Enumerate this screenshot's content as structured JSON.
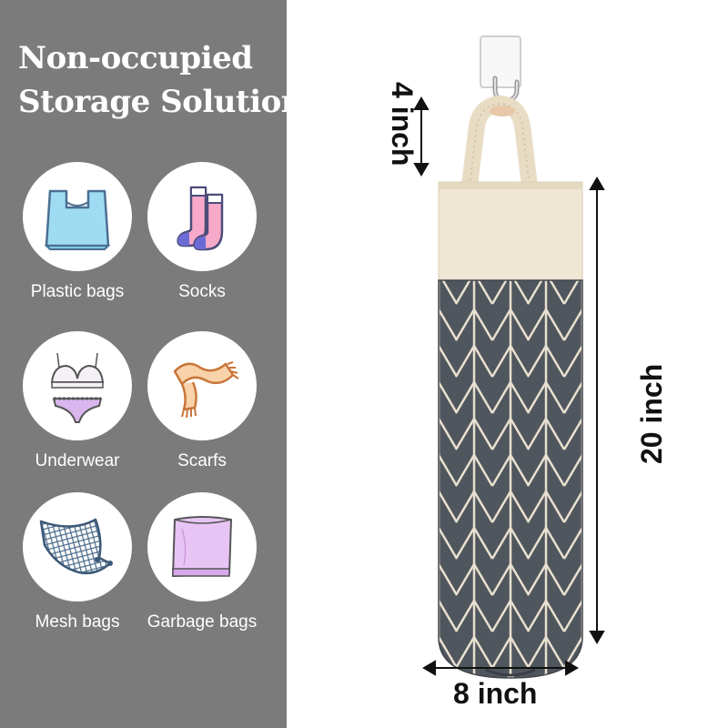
{
  "headline": {
    "line1": "Non-occupied",
    "line2": "Storage Solution"
  },
  "categories": [
    {
      "label": "Plastic bags",
      "icon": "plastic-bag-icon"
    },
    {
      "label": "Socks",
      "icon": "socks-icon"
    },
    {
      "label": "Underwear",
      "icon": "underwear-icon"
    },
    {
      "label": "Scarfs",
      "icon": "scarf-icon"
    },
    {
      "label": "Mesh bags",
      "icon": "mesh-bag-icon"
    },
    {
      "label": "Garbage bags",
      "icon": "garbage-bag-icon"
    }
  ],
  "dimensions": {
    "hook": "4 inch",
    "height": "20 inch",
    "width": "8 inch"
  },
  "colors": {
    "panel": "#7b7b7b",
    "fabric_gray": "#4f555c",
    "fabric_top": "#efe4d0",
    "chevron": "#e8e0d0"
  }
}
